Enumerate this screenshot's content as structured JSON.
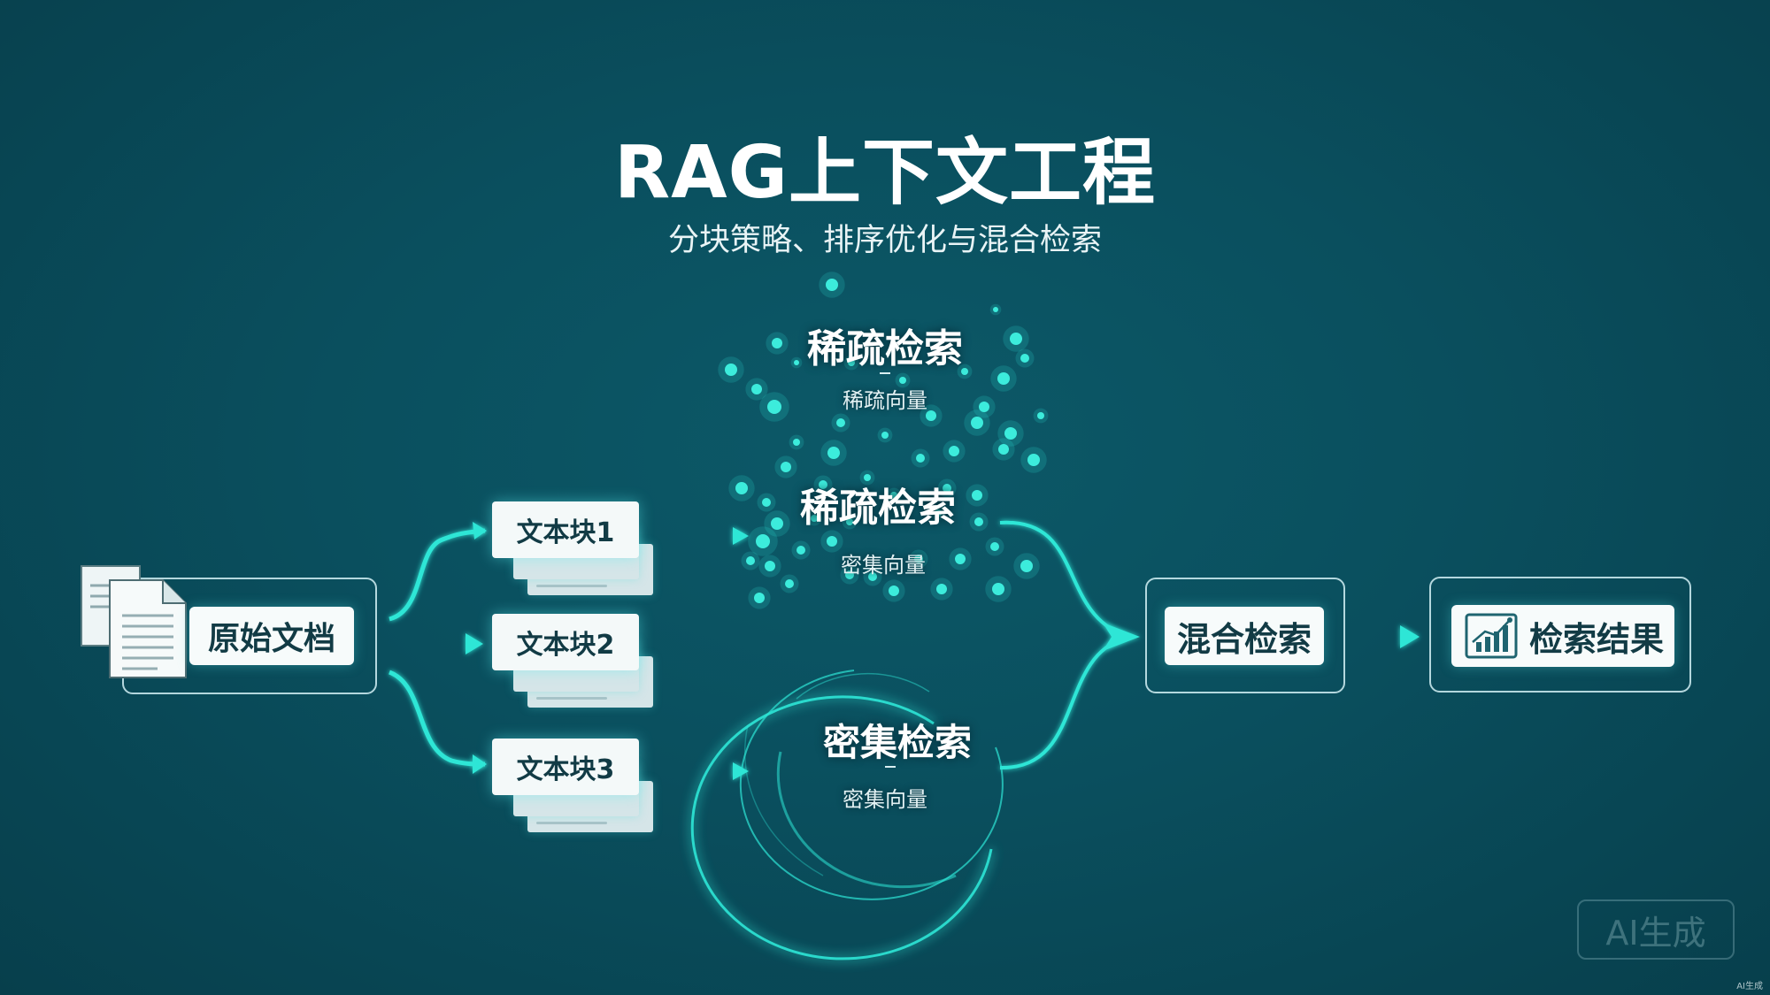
{
  "title": "RAG上下文工程",
  "subtitle": "分块策略、排序优化与混合检索",
  "source_node": {
    "label": "原始文档",
    "icon": "documents-icon"
  },
  "chunks": [
    {
      "label": "文本块1"
    },
    {
      "label": "文本块2"
    },
    {
      "label": "文本块3"
    }
  ],
  "sparse_upper": {
    "title": "稀疏检索",
    "sub": "稀疏向量"
  },
  "sparse_lower": {
    "title": "稀疏检索",
    "sub": "密集向量"
  },
  "dense": {
    "title": "密集检索",
    "sub": "密集向量"
  },
  "hybrid_node": {
    "label": "混合检索"
  },
  "result_node": {
    "label": "检索结果",
    "icon": "bar-chart-icon"
  },
  "watermark": "AI生成",
  "corner_mark": "AI生成",
  "colors": {
    "background": "#0a4f5e",
    "accent": "#2ee6d6",
    "card": "#f7fbfb",
    "card_text": "#123b45"
  }
}
